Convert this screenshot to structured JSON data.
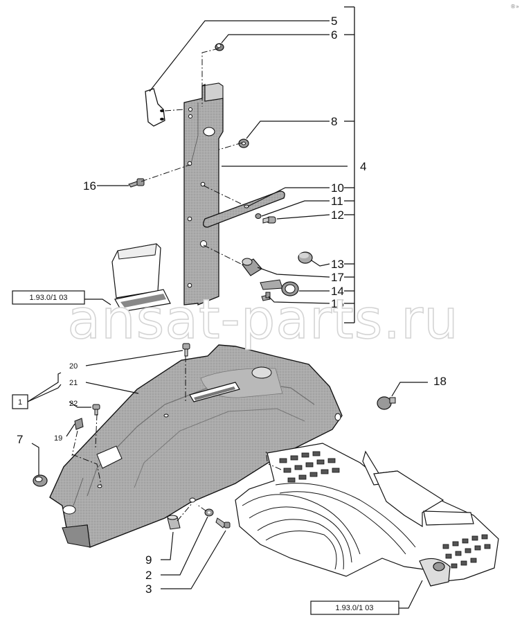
{
  "watermark": "ansat-parts.ru",
  "corner_mark": "®»",
  "references": {
    "ref_left": "1.93.0/1 03",
    "ref_bottom": "1.93.0/1 03"
  },
  "group_box": "1",
  "callouts": {
    "c1": "1",
    "c2": "2",
    "c3": "3",
    "c4": "4",
    "c5": "5",
    "c6": "6",
    "c7": "7",
    "c8": "8",
    "c9": "9",
    "c10": "10",
    "c11": "11",
    "c12": "12",
    "c13": "13",
    "c14": "14",
    "c15": "15",
    "c16": "16",
    "c17": "17",
    "c18": "18",
    "c19": "19",
    "c20": "20",
    "c21": "21",
    "c22": "22"
  },
  "colors": {
    "part_fill": "#a9a9a9",
    "part_fill_dark": "#8a8a8a",
    "line": "#111111",
    "watermark_outline": "#d4d4d4"
  }
}
